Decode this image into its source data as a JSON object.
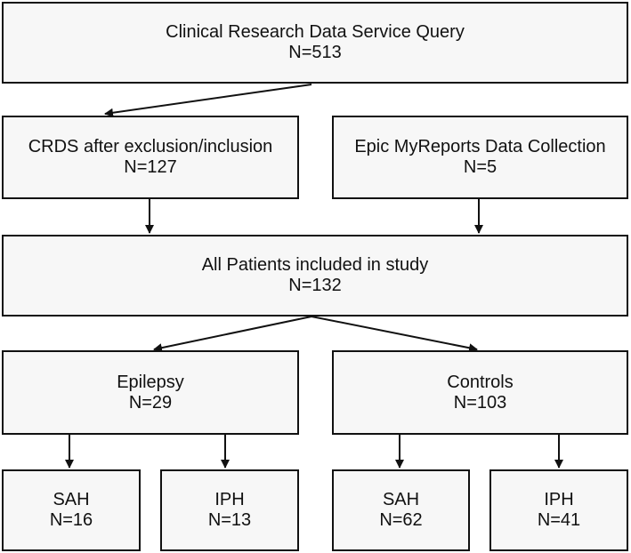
{
  "nodes": {
    "query": {
      "title": "Clinical Research Data Service Query",
      "count": "N=513"
    },
    "crds": {
      "title": "CRDS after exclusion/inclusion",
      "count": "N=127"
    },
    "epic": {
      "title": "Epic MyReports Data Collection",
      "count": "N=5"
    },
    "all": {
      "title": "All Patients included in study",
      "count": "N=132"
    },
    "epilepsy": {
      "title": "Epilepsy",
      "count": "N=29"
    },
    "controls": {
      "title": "Controls",
      "count": "N=103"
    },
    "epilepsy_sah": {
      "title": "SAH",
      "count": "N=16"
    },
    "epilepsy_iph": {
      "title": "IPH",
      "count": "N=13"
    },
    "controls_sah": {
      "title": "SAH",
      "count": "N=62"
    },
    "controls_iph": {
      "title": "IPH",
      "count": "N=41"
    }
  },
  "edges": [
    {
      "from": "query",
      "to": "crds"
    },
    {
      "from": "crds",
      "to": "all"
    },
    {
      "from": "epic",
      "to": "all"
    },
    {
      "from": "all",
      "to": "epilepsy"
    },
    {
      "from": "all",
      "to": "controls"
    },
    {
      "from": "epilepsy",
      "to": "epilepsy_sah"
    },
    {
      "from": "epilepsy",
      "to": "epilepsy_iph"
    },
    {
      "from": "controls",
      "to": "controls_sah"
    },
    {
      "from": "controls",
      "to": "controls_iph"
    }
  ]
}
